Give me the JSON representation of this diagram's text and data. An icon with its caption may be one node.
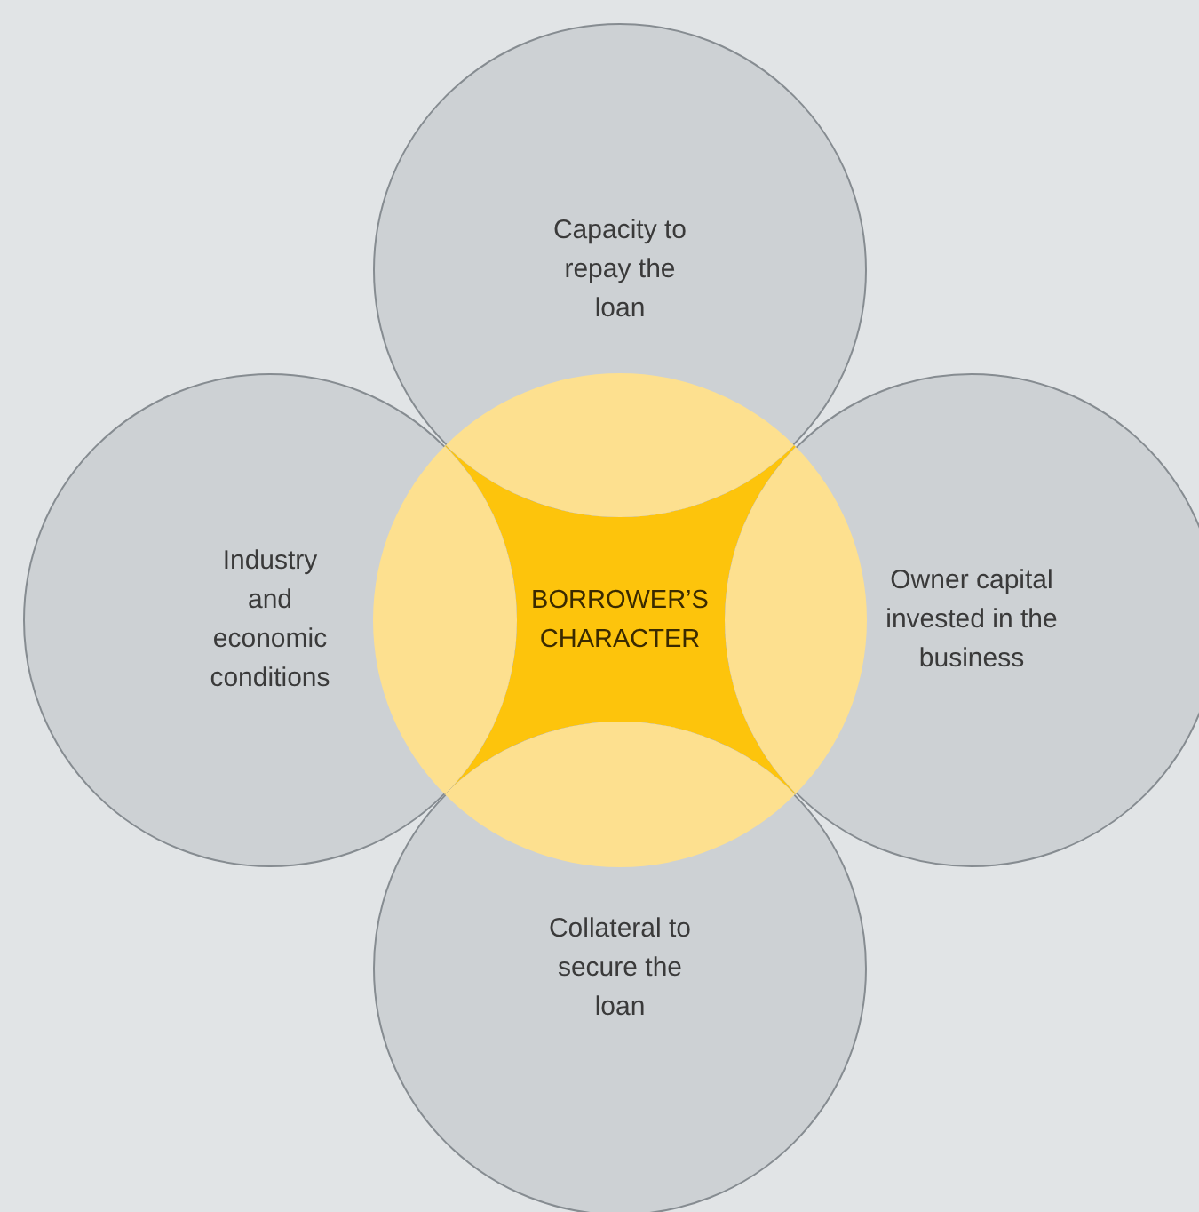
{
  "diagram": {
    "nodes": [
      {
        "text": [
          "Capacity to repay the loan"
        ]
      },
      {
        "text": [
          "Industry and economic conditions"
        ]
      },
      {
        "text": [
          "BORROWER’S CHARACTER"
        ]
      },
      {
        "text": [
          "Owner capital invested in the business"
        ]
      },
      {
        "text": [
          "Collateral to secure the loan"
        ]
      }
    ]
  }
}
